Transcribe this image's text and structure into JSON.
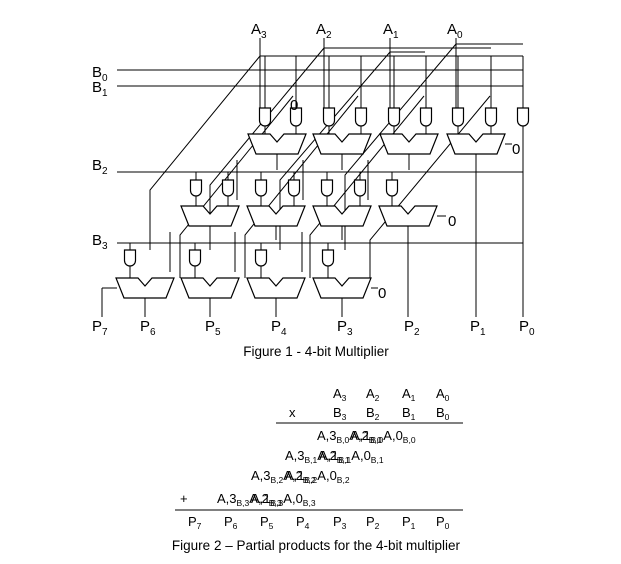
{
  "figure1": {
    "a_inputs": [
      {
        "main": "A",
        "sub": "3"
      },
      {
        "main": "A",
        "sub": "2"
      },
      {
        "main": "A",
        "sub": "1"
      },
      {
        "main": "A",
        "sub": "0"
      }
    ],
    "b_inputs": [
      {
        "main": "B",
        "sub": "0"
      },
      {
        "main": "B",
        "sub": "1"
      },
      {
        "main": "B",
        "sub": "2"
      },
      {
        "main": "B",
        "sub": "3"
      }
    ],
    "outputs": [
      {
        "main": "P",
        "sub": "7"
      },
      {
        "main": "P",
        "sub": "6"
      },
      {
        "main": "P",
        "sub": "5"
      },
      {
        "main": "P",
        "sub": "4"
      },
      {
        "main": "P",
        "sub": "3"
      },
      {
        "main": "P",
        "sub": "2"
      },
      {
        "main": "P",
        "sub": "1"
      },
      {
        "main": "P",
        "sub": "0"
      }
    ],
    "zero": "0",
    "caption": "Figure 1 - 4-bit Multiplier"
  },
  "figure2": {
    "operator_times": "x",
    "operator_plus": "+",
    "multiplicand": [
      [
        "A",
        "3"
      ],
      [
        "A",
        "2"
      ],
      [
        "A",
        "1"
      ],
      [
        "A",
        "0"
      ]
    ],
    "multiplier": [
      [
        "B",
        "3"
      ],
      [
        "B",
        "2"
      ],
      [
        "B",
        "1"
      ],
      [
        "B",
        "0"
      ]
    ],
    "partial_rows": [
      [
        [
          "A",
          "3"
        ],
        [
          "B",
          "0"
        ],
        [
          "A",
          "2"
        ],
        [
          "B",
          "0"
        ],
        [
          "A",
          "1"
        ],
        [
          "B",
          "0"
        ],
        [
          "A",
          "0"
        ],
        [
          "B",
          "0"
        ]
      ],
      [
        [
          "A",
          "3"
        ],
        [
          "B",
          "1"
        ],
        [
          "A",
          "2"
        ],
        [
          "B",
          "1"
        ],
        [
          "A",
          "1"
        ],
        [
          "B",
          "1"
        ],
        [
          "A",
          "0"
        ],
        [
          "B",
          "1"
        ]
      ],
      [
        [
          "A",
          "3"
        ],
        [
          "B",
          "2"
        ],
        [
          "A",
          "2"
        ],
        [
          "B",
          "2"
        ],
        [
          "A",
          "1"
        ],
        [
          "B",
          "2"
        ],
        [
          "A",
          "0"
        ],
        [
          "B",
          "2"
        ]
      ],
      [
        [
          "A",
          "3"
        ],
        [
          "B",
          "3"
        ],
        [
          "A",
          "2"
        ],
        [
          "B",
          "3"
        ],
        [
          "A",
          "1"
        ],
        [
          "B",
          "3"
        ],
        [
          "A",
          "0"
        ],
        [
          "B",
          "3"
        ]
      ]
    ],
    "products": [
      [
        "P",
        "7"
      ],
      [
        "P",
        "6"
      ],
      [
        "P",
        "5"
      ],
      [
        "P",
        "4"
      ],
      [
        "P",
        "3"
      ],
      [
        "P",
        "2"
      ],
      [
        "P",
        "1"
      ],
      [
        "P",
        "0"
      ]
    ],
    "caption": "Figure 2 – Partial products for the 4-bit multiplier"
  }
}
